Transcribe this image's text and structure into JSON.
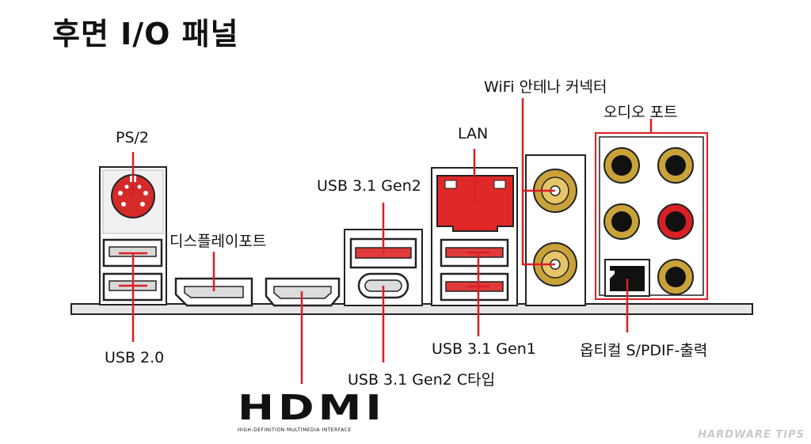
{
  "title": "후면 I/O 패널",
  "labels": {
    "ps2": "PS/2",
    "usb20": "USB 2.0",
    "displayport": "디스플레이포트",
    "usb31gen2": "USB 3.1 Gen2",
    "usb31gen2c": "USB 3.1 Gen2 C타입",
    "lan": "LAN",
    "usb31gen1": "USB 3.1 Gen1",
    "wifi": "WiFi 안테나 커넥터",
    "audio": "오디오 포트",
    "optical": "옵티컬 S/PDIF-출력"
  },
  "logo": {
    "text": "HDMI",
    "tm": "™",
    "subtitle": "HIGH-DEFINITION MULTIMEDIA INTERFACE"
  },
  "watermark": "HARDWARE TIPS",
  "colors": {
    "accent": "#d91f26",
    "port_fill": "#e03a3a",
    "gold": "#c9a23a",
    "outline": "#222222"
  }
}
